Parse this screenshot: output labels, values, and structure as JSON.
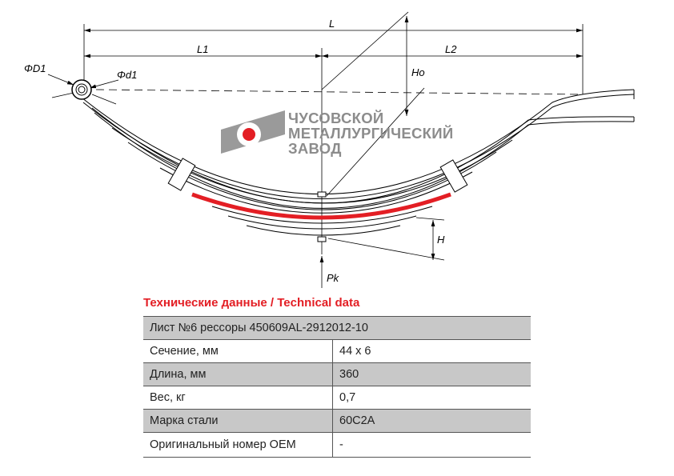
{
  "drawing": {
    "labels": {
      "L": "L",
      "L1": "L1",
      "L2": "L2",
      "Ho": "Ho",
      "H": "H",
      "Pk": "Pk",
      "D1": "ΦD1",
      "d1": "Φd1"
    },
    "highlight_color": "#e31e24"
  },
  "logo": {
    "lines": [
      "ЧУСОВСКОЙ",
      "МЕТАЛЛУРГИЧЕСКИЙ",
      "ЗАВОД"
    ]
  },
  "table": {
    "title": "Технические данные / Technical data",
    "header": "Лист №6 рессоры 450609AL-2912012-10",
    "rows": [
      {
        "label": "Сечение, мм",
        "value": "44 x 6"
      },
      {
        "label": "Длина, мм",
        "value": "360"
      },
      {
        "label": "Вес, кг",
        "value": "0,7"
      },
      {
        "label": "Марка стали",
        "value": "60С2А"
      },
      {
        "label": "Оригинальный номер OEM",
        "value": "-"
      }
    ]
  }
}
